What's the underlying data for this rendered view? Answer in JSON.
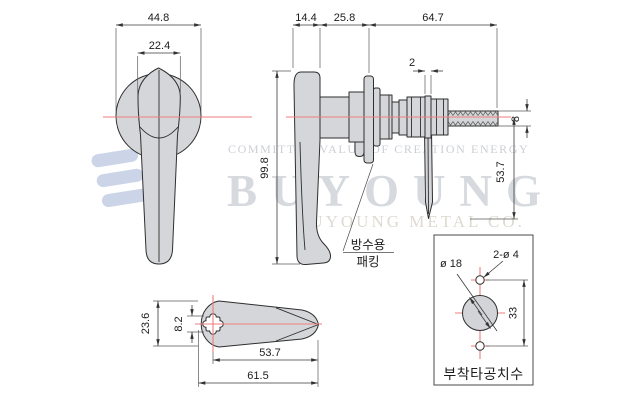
{
  "drawing": {
    "front_view": {
      "width_outer": "44.8",
      "width_inner": "22.4"
    },
    "side_view": {
      "head_depth": "14.4",
      "neck_length": "25.8",
      "shaft_length": "64.7",
      "cam_spacer": "2",
      "rod_diameter": "8",
      "total_height": "99.8",
      "cam_reach": "53.7",
      "packing_note_line1": "방수용",
      "packing_note_line2": "패킹"
    },
    "bottom_view": {
      "width": "23.6",
      "spindle_hole": "8.2",
      "taper_length": "53.7",
      "total_length": "61.5"
    },
    "mounting_detail": {
      "caption": "부착타공치수",
      "main_hole": "ø 18",
      "screw_holes": "2-ø 4",
      "hole_pitch": "33"
    }
  },
  "watermark": {
    "tagline": "COMMITTED VALUE OF CREATION ENERGY",
    "brand": "BUYOUNG",
    "company": "BUYOUNG METAL CO."
  },
  "colors": {
    "part_fill": "#d5d6d9",
    "outline": "#2e2e2e",
    "centerline_red": "#ed7d7d",
    "watermark_gray": "#d6d9de",
    "logo_blue": "#cbd5e7"
  }
}
